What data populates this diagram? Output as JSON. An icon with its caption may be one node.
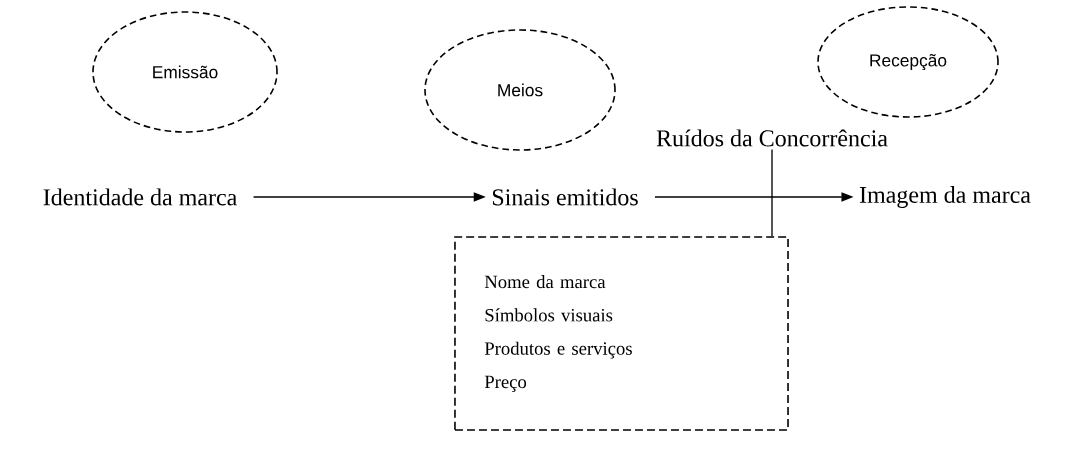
{
  "diagram": {
    "nodes": [
      {
        "text": [
          "Emissão"
        ]
      },
      {
        "text": [
          "Meios"
        ]
      },
      {
        "text": [
          "Recepção"
        ]
      },
      {
        "text": [
          "Ruídos da Concorrência"
        ]
      },
      {
        "text": [
          "Identidade da marca"
        ]
      },
      {
        "text": [
          "Sinais emitidos"
        ]
      },
      {
        "text": [
          "Imagem da marca"
        ]
      },
      {
        "text": [
          "Nome da marca",
          "Símbolos visuais",
          "Produtos e serviços",
          "Preço"
        ]
      }
    ],
    "edges": [
      {
        "from": 4,
        "to": 5,
        "arrow": "to"
      },
      {
        "from": 5,
        "to": 6,
        "arrow": "to"
      },
      {
        "from": 3,
        "to": 7,
        "arrow": "none"
      }
    ]
  }
}
